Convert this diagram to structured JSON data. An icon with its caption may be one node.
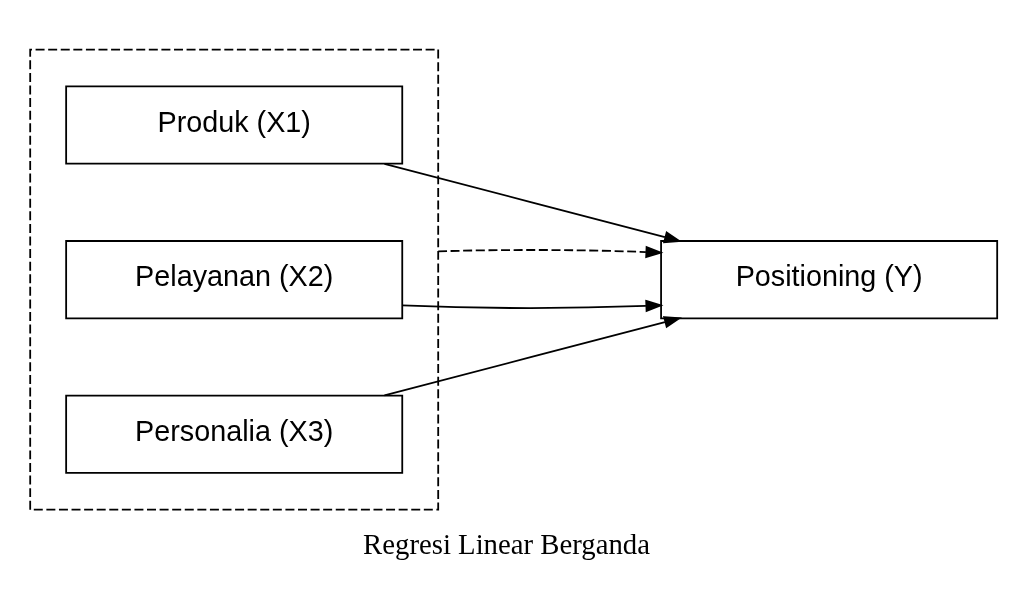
{
  "diagram": {
    "caption": "Regresi Linear Berganda",
    "nodes": [
      {
        "text": [],
        "shape": "box"
      },
      {
        "text": [
          "Produk (X1)"
        ],
        "in": 0
      },
      {
        "text": [
          "Pelayanan (X2)"
        ],
        "in": 0
      },
      {
        "text": [
          "Personalia (X3)"
        ],
        "in": 0
      },
      {
        "text": [
          "Positioning (Y)"
        ]
      }
    ],
    "edges": [
      {
        "from": 1,
        "to": 4,
        "arrow": "to"
      },
      {
        "from": 2,
        "to": 4,
        "arrow": "to"
      },
      {
        "from": 3,
        "to": 4,
        "arrow": "to"
      },
      {
        "from": 0,
        "to": 4,
        "arrow": "to",
        "style": "dashed"
      }
    ]
  }
}
